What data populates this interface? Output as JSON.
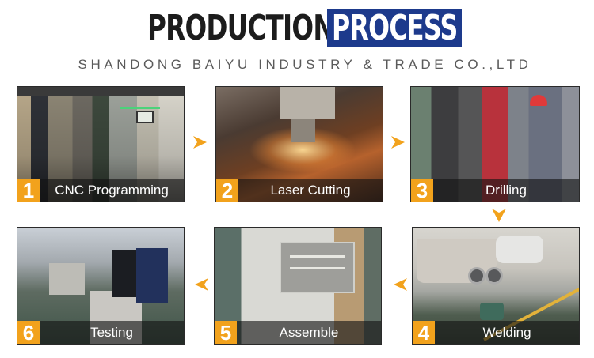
{
  "header": {
    "title_dark": "PRODUCTION",
    "title_highlight": "PROCESS",
    "subtitle": "SHANDONG BAIYU INDUSTRY & TRADE CO.,LTD"
  },
  "colors": {
    "title_dark": "#1c1c1c",
    "title_box": "#1d3a8c",
    "accent_orange": "#f2a21c",
    "subtitle_gray": "#5a5a5a"
  },
  "steps": [
    {
      "number": "1",
      "label": "CNC Programming",
      "photo": "cnc-machine"
    },
    {
      "number": "2",
      "label": "Laser Cutting",
      "photo": "laser-cutter-sparks"
    },
    {
      "number": "3",
      "label": "Drilling",
      "photo": "radial-drill-worker"
    },
    {
      "number": "4",
      "label": "Welding",
      "photo": "welded-mixer-tanks"
    },
    {
      "number": "5",
      "label": "Assemble",
      "photo": "assembled-mixer"
    },
    {
      "number": "6",
      "label": "Testing",
      "photo": "workers-testing-machine"
    }
  ],
  "arrows": [
    {
      "from": "1",
      "to": "2",
      "direction": "right"
    },
    {
      "from": "2",
      "to": "3",
      "direction": "right"
    },
    {
      "from": "3",
      "to": "4",
      "direction": "down"
    },
    {
      "from": "4",
      "to": "5",
      "direction": "left"
    },
    {
      "from": "5",
      "to": "6",
      "direction": "left"
    }
  ]
}
